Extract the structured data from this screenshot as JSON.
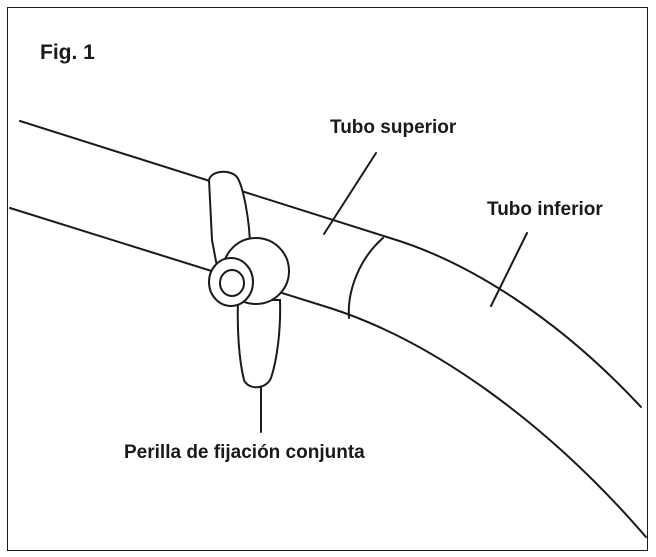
{
  "figure": {
    "title": "Fig. 1",
    "labels": {
      "upper_tube": "Tubo superior",
      "lower_tube": "Tubo inferior",
      "knob": "Perilla de fijación conjunta"
    }
  },
  "colors": {
    "line": "#1a1a1a",
    "background": "#ffffff"
  }
}
